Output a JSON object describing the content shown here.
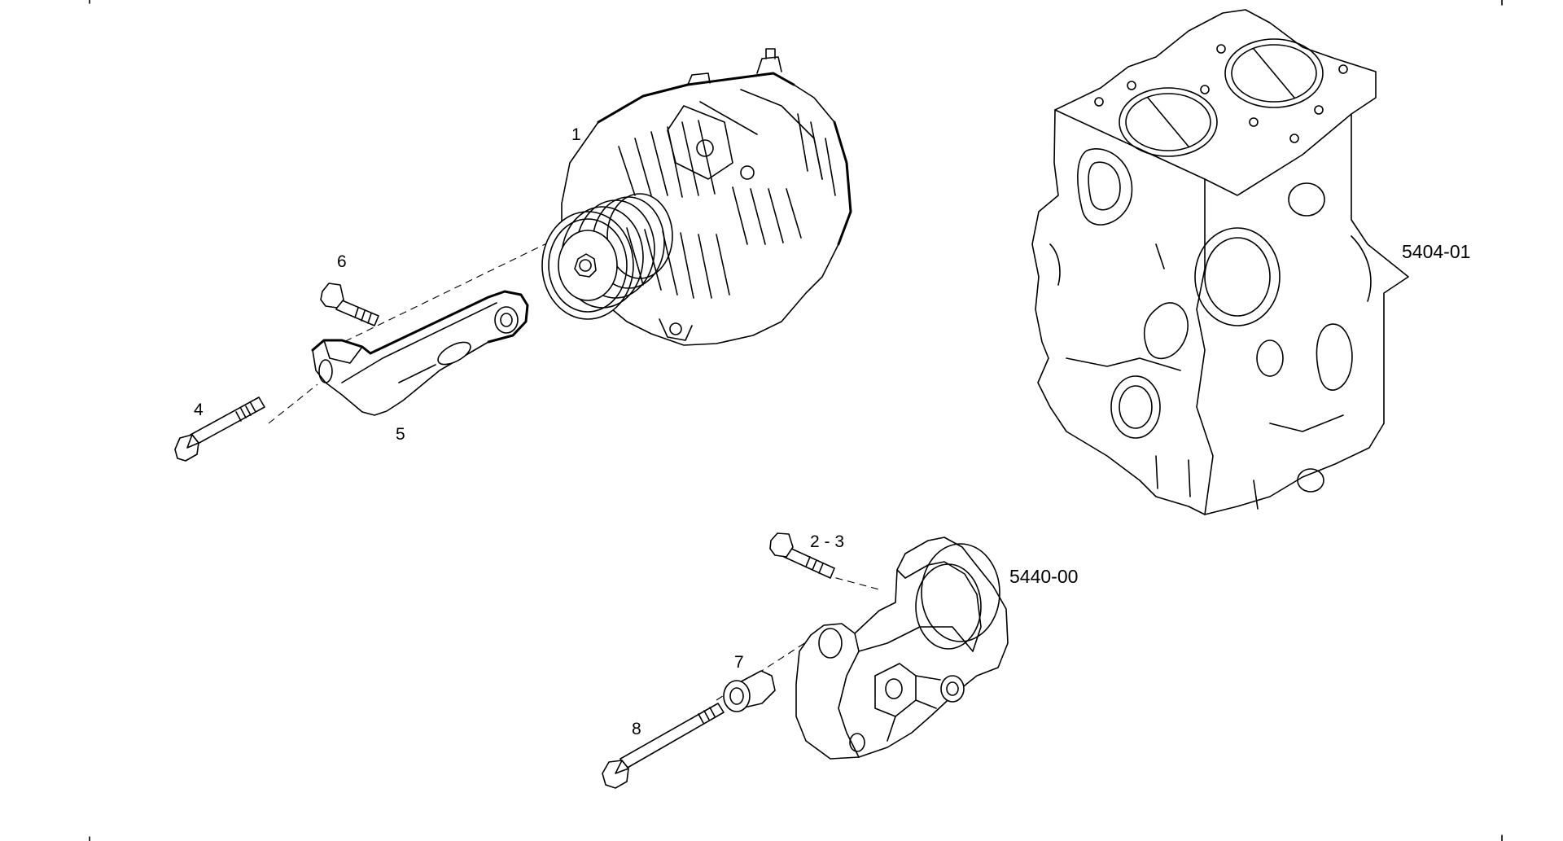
{
  "callouts": {
    "c1": "1",
    "c23": "2 - 3",
    "c4": "4",
    "c5": "5",
    "c6": "6",
    "c7": "7",
    "c8": "8"
  },
  "references": {
    "block": "5404-01",
    "bracket": "5440-00"
  }
}
